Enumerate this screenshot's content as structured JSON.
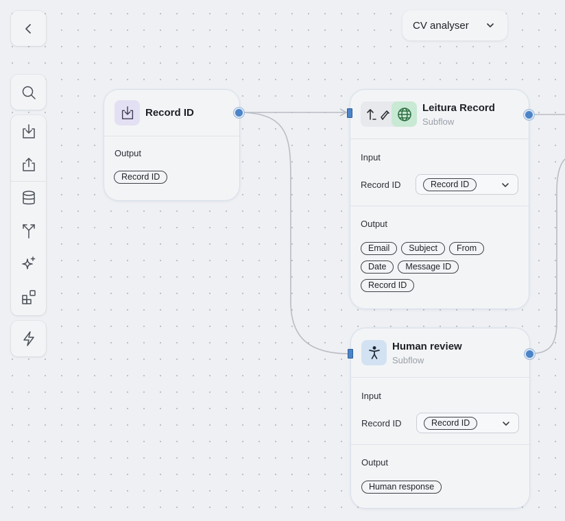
{
  "header": {
    "app_name": "CV analyser"
  },
  "toolbar": {
    "back_icon": "chevron-left-icon",
    "tools": [
      "search-icon",
      "import-icon",
      "export-icon",
      "database-icon",
      "branch-icon",
      "sparkle-icon",
      "widgets-icon",
      "lightning-icon"
    ]
  },
  "nodes": {
    "record_id": {
      "title": "Record ID",
      "output_label": "Output",
      "outputs": [
        "Record ID"
      ]
    },
    "leitura": {
      "title": "Leitura Record",
      "subtitle": "Subflow",
      "input_label": "Input",
      "field_label": "Record ID",
      "field_value": "Record ID",
      "output_label": "Output",
      "outputs": [
        "Email",
        "Subject",
        "From",
        "Date",
        "Message ID",
        "Record ID"
      ]
    },
    "human_review": {
      "title": "Human review",
      "subtitle": "Subflow",
      "input_label": "Input",
      "field_label": "Record ID",
      "field_value": "Record ID",
      "output_label": "Output",
      "outputs": [
        "Human response"
      ]
    }
  },
  "colors": {
    "canvas": "#eef0f3",
    "port": "#4b84c8",
    "edge": "#b8bcc3",
    "record_icon_bg": "#e4e0f3",
    "globe_icon_bg": "#c8e9d3",
    "human_icon_bg": "#d3e2f2"
  }
}
